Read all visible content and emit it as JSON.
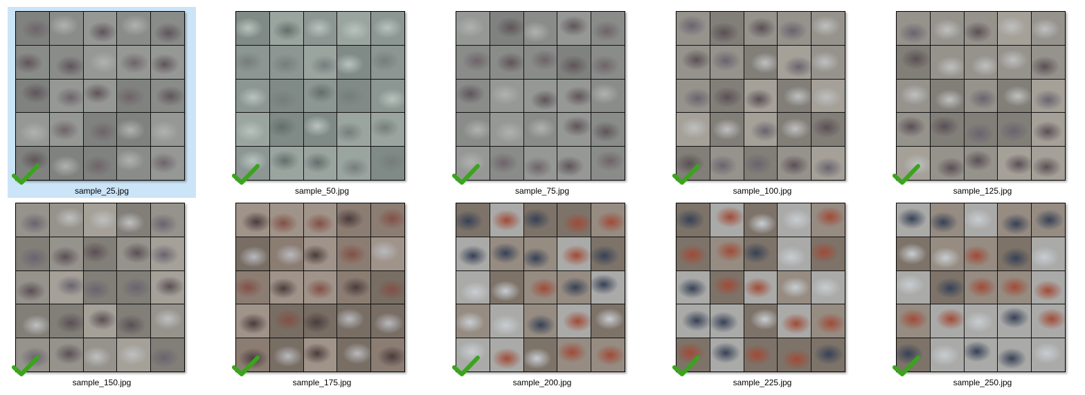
{
  "files": [
    {
      "name": "sample_25.jpg",
      "selected": true,
      "palette": "gray"
    },
    {
      "name": "sample_50.jpg",
      "selected": false,
      "palette": "green"
    },
    {
      "name": "sample_75.jpg",
      "selected": false,
      "palette": "gray"
    },
    {
      "name": "sample_100.jpg",
      "selected": false,
      "palette": "warm"
    },
    {
      "name": "sample_125.jpg",
      "selected": false,
      "palette": "warm"
    },
    {
      "name": "sample_150.jpg",
      "selected": false,
      "palette": "warm"
    },
    {
      "name": "sample_175.jpg",
      "selected": false,
      "palette": "brown"
    },
    {
      "name": "sample_200.jpg",
      "selected": false,
      "palette": "color"
    },
    {
      "name": "sample_225.jpg",
      "selected": false,
      "palette": "color"
    },
    {
      "name": "sample_250.jpg",
      "selected": false,
      "palette": "color"
    }
  ],
  "icons": {
    "sync_status": "check-icon"
  },
  "colors": {
    "selection_bg": "#cce4f7",
    "check_green": "#3aa41c"
  }
}
